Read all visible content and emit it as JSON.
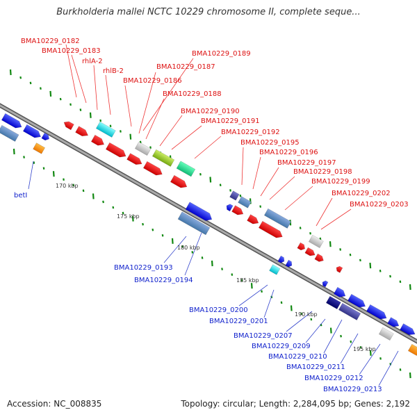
{
  "title": "Burkholderia mallei NCTC 10229 chromosome II, complete seque...",
  "footer": {
    "accession": "Accession: NC_008835",
    "topology": "Topology: circular; Length: 2,284,095 bp; Genes: 2,192"
  },
  "colors": {
    "top_label": "#dd1111",
    "bottom_label": "#1122cc",
    "leader": "#ee3333",
    "leader_bottom": "#3344cc",
    "tick": "#118811",
    "backbone": "#888888"
  },
  "kbp_ticks": [
    "170 kbp",
    "175 kbp",
    "180 kbp",
    "185 kbp",
    "190 kbp",
    "195 kbp"
  ],
  "top_labels": [
    "BMA10229_0182",
    "BMA10229_0183",
    "rhlA-2",
    "rhlB-2",
    "BMA10229_0189",
    "BMA10229_0187",
    "BMA10229_0186",
    "BMA10229_0188",
    "BMA10229_0190",
    "BMA10229_0191",
    "BMA10229_0192",
    "BMA10229_0195",
    "BMA10229_0196",
    "BMA10229_0197",
    "BMA10229_0198",
    "BMA10229_0199",
    "BMA10229_0202",
    "BMA10229_0203"
  ],
  "bottom_labels": [
    "betI",
    "BMA10229_0193",
    "BMA10229_0194",
    "BMA10229_0200",
    "BMA10229_0201",
    "BMA10229_0207",
    "BMA10229_0209",
    "BMA10229_0210",
    "BMA10229_0211",
    "BMA10229_0212",
    "BMA10229_0213"
  ]
}
